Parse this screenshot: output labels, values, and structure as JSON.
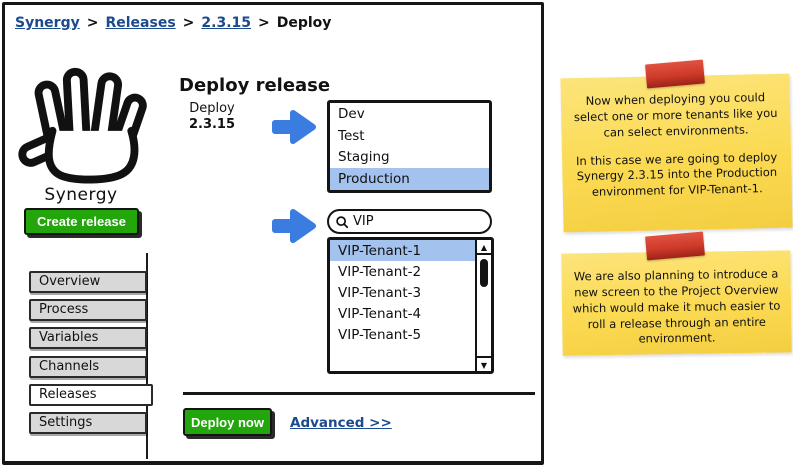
{
  "colors": {
    "accent_blue": "#3b7ce0",
    "highlight_blue": "#a4c2ee",
    "button_green": "#22a60b",
    "note_yellow": "#fbda52",
    "tape_red": "#cf3a2a",
    "link_blue": "#1b4a8f"
  },
  "breadcrumb": {
    "separator": ">",
    "items": [
      {
        "label": "Synergy",
        "link": true
      },
      {
        "label": "Releases",
        "link": true
      },
      {
        "label": "2.3.15",
        "link": true
      },
      {
        "label": "Deploy",
        "link": false
      }
    ]
  },
  "sidebar": {
    "app_name": "Synergy",
    "logo_icon": "vulcan-salute-icon",
    "create_button_label": "Create release",
    "tabs": [
      {
        "label": "Overview",
        "active": false
      },
      {
        "label": "Process",
        "active": false
      },
      {
        "label": "Variables",
        "active": false
      },
      {
        "label": "Channels",
        "active": false
      },
      {
        "label": "Releases",
        "active": true
      },
      {
        "label": "Settings",
        "active": false
      }
    ]
  },
  "main": {
    "heading": "Deploy release",
    "deploy_label": "Deploy",
    "version": "2.3.15",
    "environments": {
      "items": [
        "Dev",
        "Test",
        "Staging",
        "Production"
      ],
      "selected": "Production"
    },
    "tenant_search": {
      "value": "VIP",
      "icon": "search-icon"
    },
    "tenants": {
      "items": [
        "VIP-Tenant-1",
        "VIP-Tenant-2",
        "VIP-Tenant-3",
        "VIP-Tenant-4",
        "VIP-Tenant-5"
      ],
      "selected": "VIP-Tenant-1"
    },
    "deploy_button_label": "Deploy now",
    "advanced_link_label": "Advanced >>"
  },
  "notes": [
    {
      "paragraphs": [
        "Now when deploying you could select one or more tenants like you can select environments.",
        "In this case we are going to deploy Synergy 2.3.15 into the Production environment for VIP-Tenant-1."
      ]
    },
    {
      "paragraphs": [
        "We are also planning to introduce a new screen to the Project Overview which would make it much easier to roll a release through an entire environment."
      ]
    }
  ]
}
